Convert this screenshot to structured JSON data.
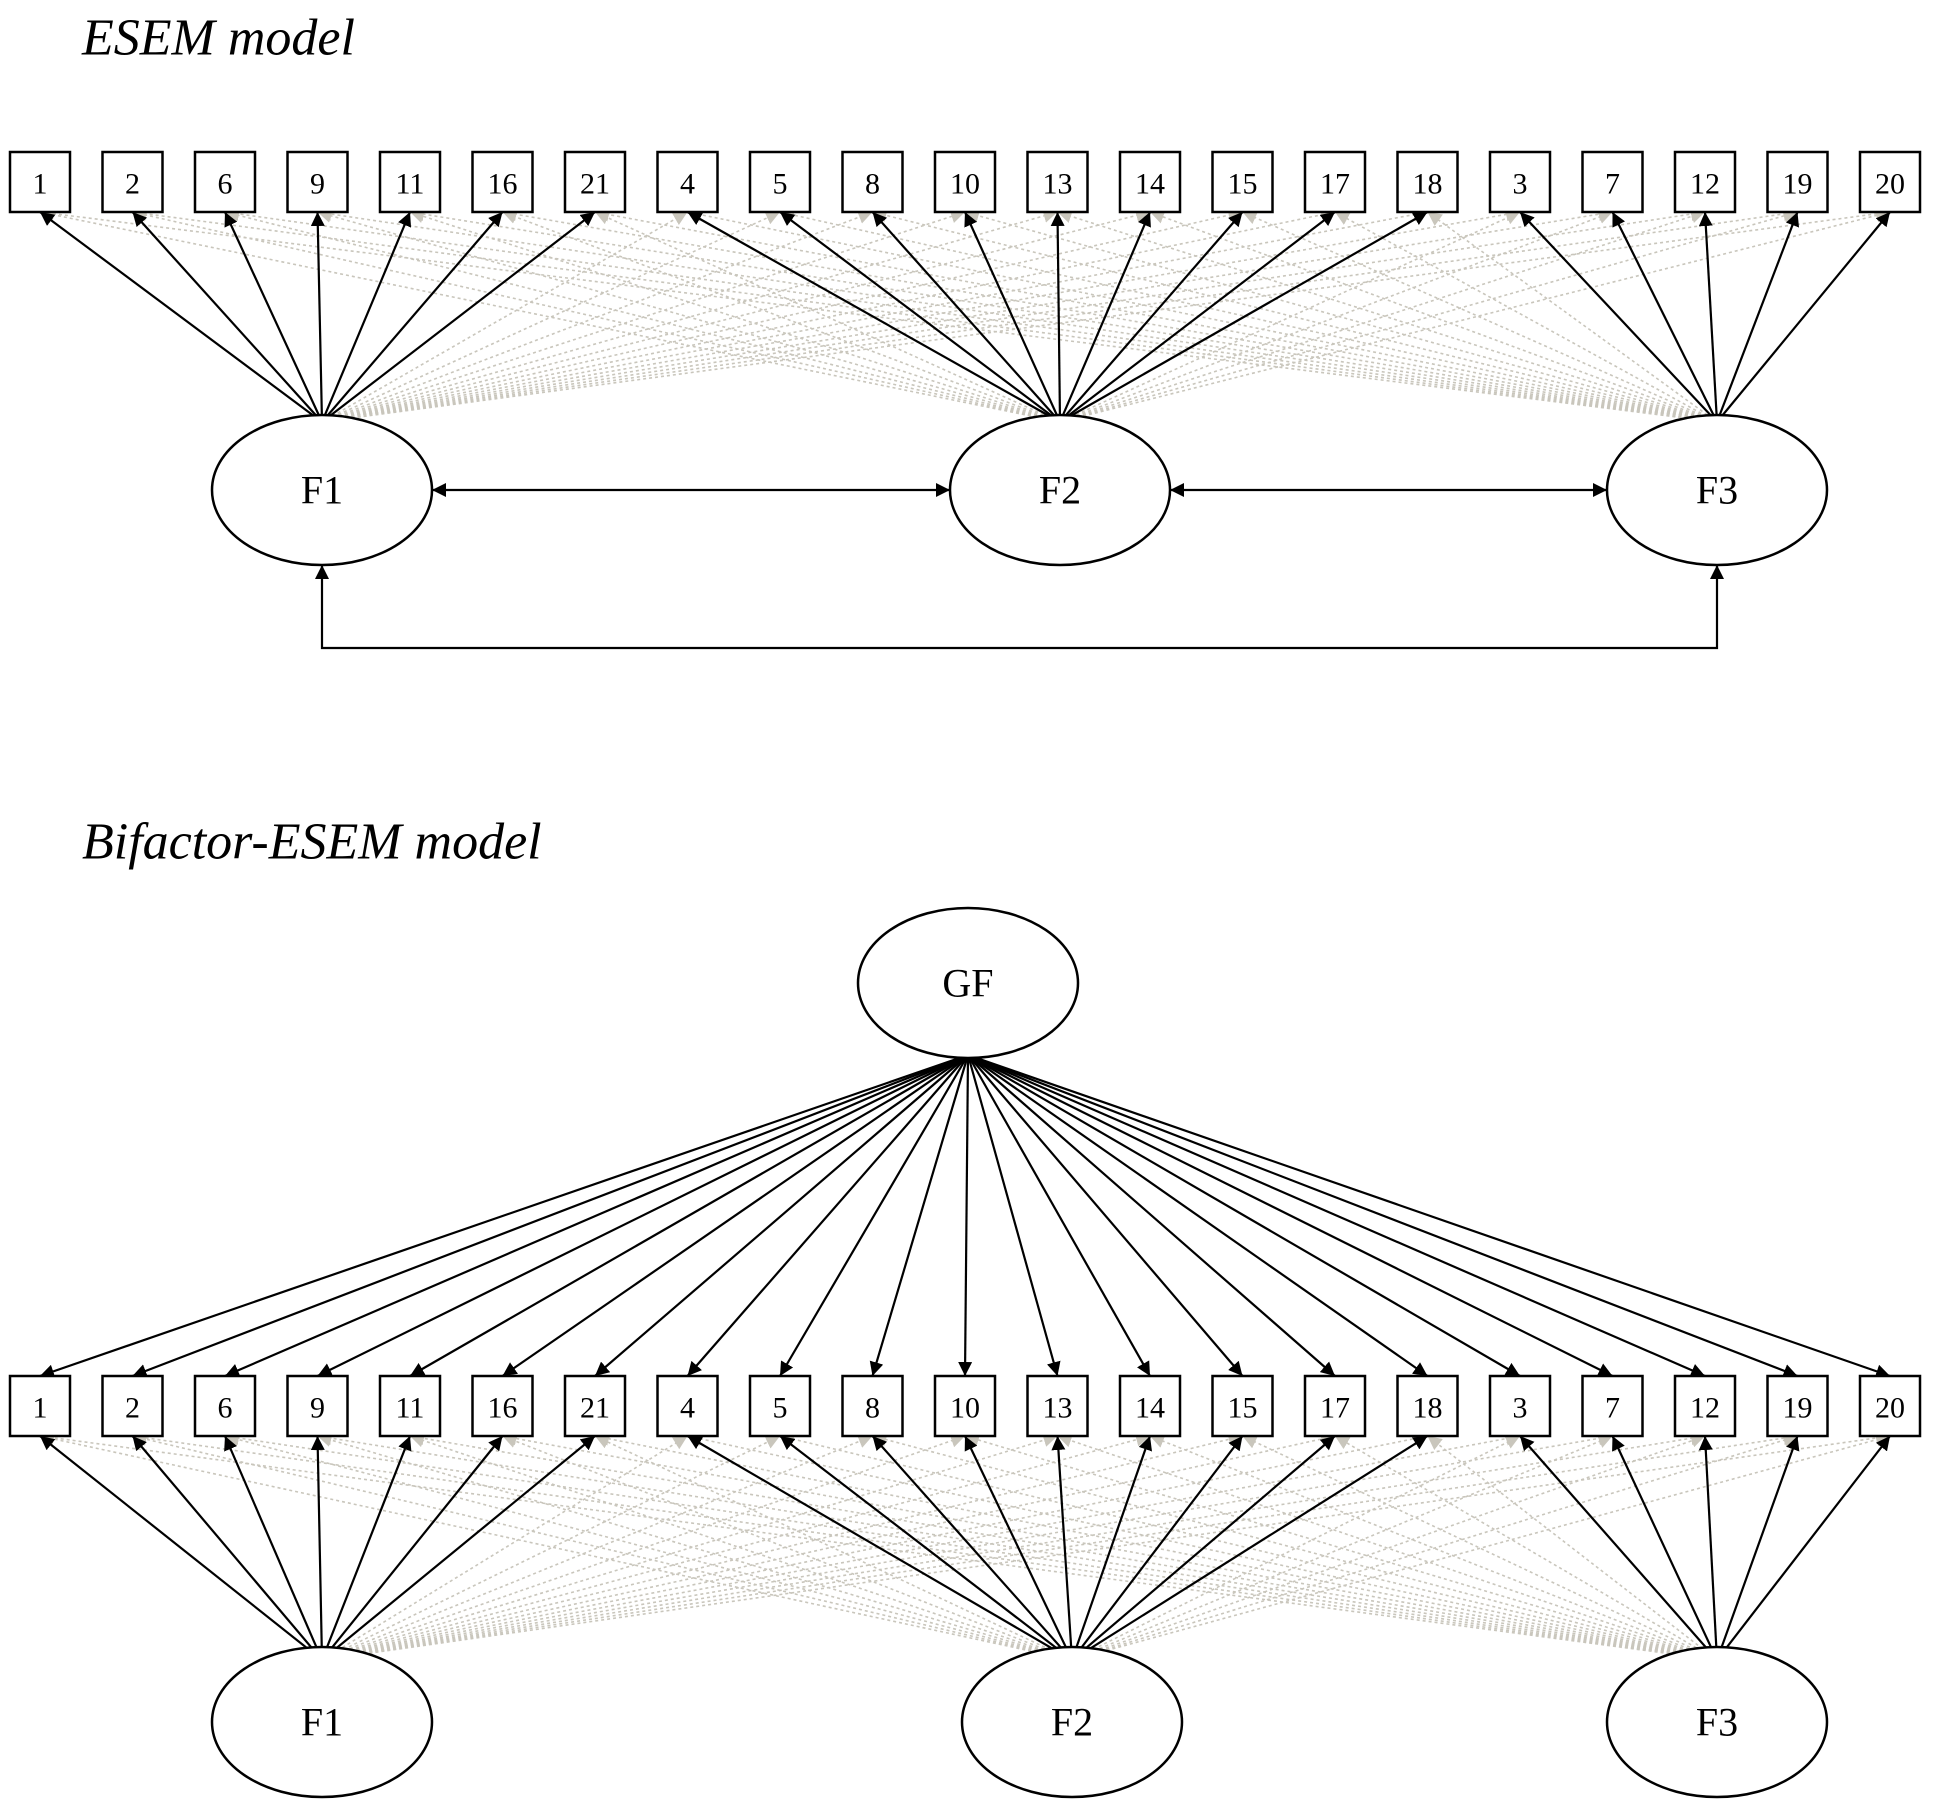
{
  "panels": [
    {
      "title": "ESEM model",
      "items": [
        "1",
        "2",
        "6",
        "9",
        "11",
        "16",
        "21",
        "4",
        "5",
        "8",
        "10",
        "13",
        "14",
        "15",
        "17",
        "18",
        "3",
        "7",
        "12",
        "19",
        "20"
      ],
      "factors": [
        "F1",
        "F2",
        "F3"
      ],
      "factor_item_groups": [
        [
          0,
          1,
          2,
          3,
          4,
          5,
          6
        ],
        [
          7,
          8,
          9,
          10,
          11,
          12,
          13,
          14,
          15
        ],
        [
          16,
          17,
          18,
          19,
          20
        ]
      ],
      "factor_correlations": [
        [
          0,
          1
        ],
        [
          1,
          2
        ],
        [
          0,
          2
        ]
      ],
      "cross_loadings": "faint"
    },
    {
      "title": "Bifactor-ESEM model",
      "items": [
        "1",
        "2",
        "6",
        "9",
        "11",
        "16",
        "21",
        "4",
        "5",
        "8",
        "10",
        "13",
        "14",
        "15",
        "17",
        "18",
        "3",
        "7",
        "12",
        "19",
        "20"
      ],
      "general_factor": "GF",
      "factors": [
        "F1",
        "F2",
        "F3"
      ],
      "factor_item_groups": [
        [
          0,
          1,
          2,
          3,
          4,
          5,
          6
        ],
        [
          7,
          8,
          9,
          10,
          11,
          12,
          13,
          14,
          15
        ],
        [
          16,
          17,
          18,
          19,
          20
        ]
      ],
      "cross_loadings": "faint"
    }
  ],
  "colors": {
    "stroke": "#000000",
    "faint": "#c9c6bc",
    "background": "#ffffff"
  }
}
